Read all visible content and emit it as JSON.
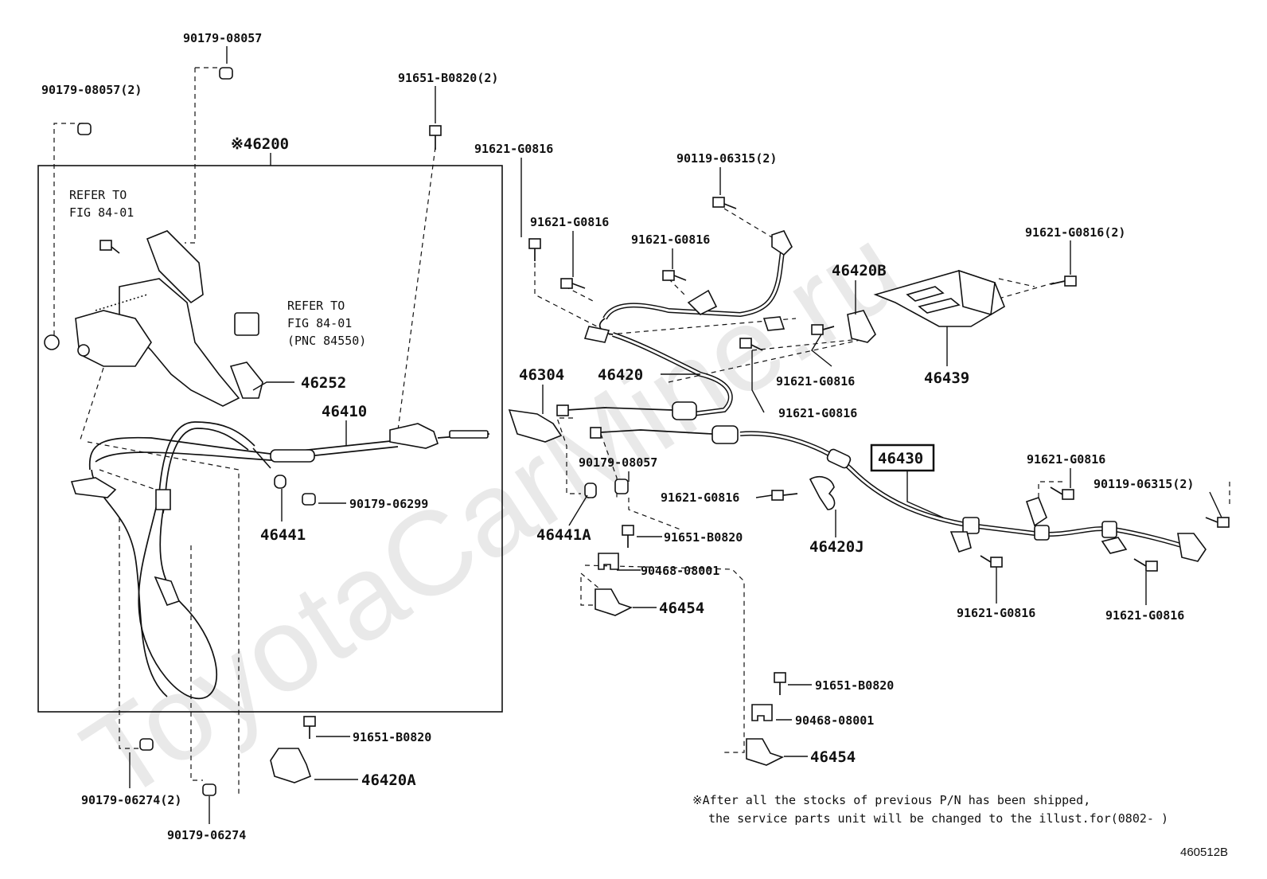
{
  "watermark": "ToyotaCarMine.ru",
  "assembly": {
    "label": "※46200"
  },
  "notes": {
    "refer1_line1": "REFER TO",
    "refer1_line2": "FIG 84-01",
    "refer2_line1": "REFER TO",
    "refer2_line2": "FIG 84-01",
    "refer2_line3": "(PNC 84550)",
    "footnote_line1": "※After all the stocks of previous P/N has been shipped,",
    "footnote_line2": "the service parts unit will be changed to the illust.for(0802-    )"
  },
  "figure_code": "460512B",
  "highlighted_part": "46430",
  "labels": {
    "p01": "90179-08057",
    "p02": "90179-08057(2)",
    "p03": "91651-B0820(2)",
    "p04": "91621-G0816",
    "p05": "90119-06315(2)",
    "p06": "91621-G0816",
    "p07": "91621-G0816",
    "p08": "46420B",
    "p09": "91621-G0816(2)",
    "p10": "46252",
    "p11": "46410",
    "p12": "46304",
    "p13": "46420",
    "p14": "91621-G0816",
    "p15": "46439",
    "p16": "91621-G0816",
    "p17": "90179-08057",
    "p18": "91621-G0816",
    "p19": "90119-06315(2)",
    "p20": "91621-G0816",
    "p21": "90179-06299",
    "p22": "46441",
    "p23": "46441A",
    "p24": "91651-B0820",
    "p25": "46420J",
    "p26": "90468-08001",
    "p27": "46454",
    "p28": "91621-G0816",
    "p29": "91621-G0816",
    "p30": "91651-B0820",
    "p31": "90468-08001",
    "p32": "46454",
    "p33": "91651-B0820",
    "p34": "46420A",
    "p35": "90179-06274(2)",
    "p36": "90179-06274"
  }
}
